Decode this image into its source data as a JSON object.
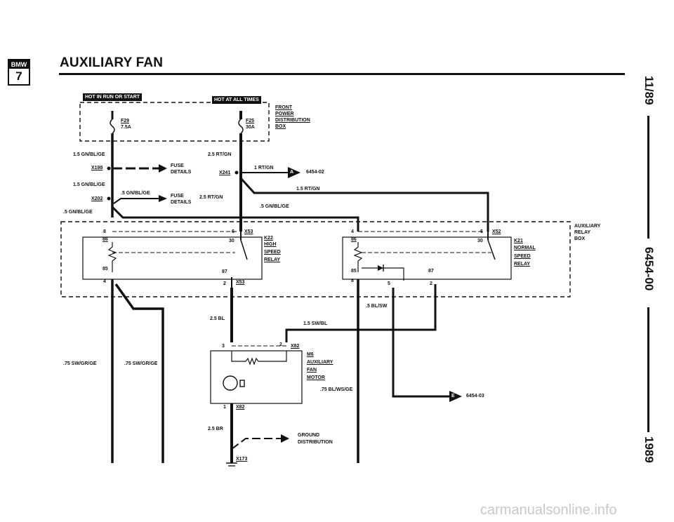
{
  "header": {
    "logo_top": "BMW",
    "logo_num": "7",
    "title": "AUXILIARY FAN"
  },
  "side": {
    "date": "11/89",
    "code": "6454-00",
    "year": "1989"
  },
  "banners": {
    "run": "HOT IN RUN OR START",
    "always": "HOT AT ALL TIMES"
  },
  "boxes": {
    "fpdb": [
      "FRONT",
      "POWER",
      "DISTRIBUTION",
      "BOX"
    ],
    "relay_box": [
      "AUXILIARY",
      "RELAY",
      "BOX"
    ]
  },
  "fuses": {
    "f29": [
      "F29",
      "7.5A"
    ],
    "f25": [
      "F25",
      "30A"
    ]
  },
  "wires": {
    "w1": "1.5 GN/BL/GE",
    "w2": "1.5 GN/BL/GE",
    "w3": ".5 GN/BL/GE",
    "w4": ".5 GN/BL/GE",
    "w5": "2.5 RT/GN",
    "w6": "2.5 RT/GN",
    "w7": "1 RT/GN",
    "w8": "1.5 RT/GN",
    "w9": ".5 GN/BL/GE",
    "w10": ".5 BL/SW",
    "w11": "2.5 BL",
    "w12": "1.5 SW/BL",
    "w13": ".75 SW/GR/GE",
    "w14": ".75 SW/GR/GE",
    "w15": ".75 BL/WS/GE",
    "w16": "2.5 BR"
  },
  "connectors": {
    "x198": "X198",
    "x202": "X202",
    "x241": "X241",
    "x53a": "X53",
    "x53b": "X53",
    "x52": "X52",
    "x82a": "X82",
    "x82b": "X82",
    "x173": "X173"
  },
  "fuse_details": {
    "a": [
      "FUSE",
      "DETAILS"
    ],
    "b": [
      "FUSE",
      "DETAILS"
    ]
  },
  "refs": {
    "a_letter": "A",
    "a_page": "6454-02",
    "e_letter": "E",
    "e_page": "6454-03"
  },
  "components": {
    "k22": [
      "K22",
      "HIGH",
      "SPEED",
      "RELAY"
    ],
    "k21": [
      "K21",
      "NORMAL",
      "SPEED",
      "RELAY"
    ],
    "m6": [
      "M6",
      "AUXILIARY",
      "FAN",
      "MOTOR"
    ],
    "ground": [
      "GROUND",
      "DISTRIBUTION"
    ]
  },
  "pins": {
    "k22": {
      "p8": "8",
      "p86": "86",
      "p85": "85",
      "p4": "4",
      "p6": "6",
      "p30": "30",
      "p87": "87",
      "p2": "2"
    },
    "k21": {
      "p4": "4",
      "p86": "86",
      "p85": "85",
      "p8": "8",
      "p6": "6",
      "p30": "30",
      "p87": "87",
      "p5": "5",
      "p2": "2"
    },
    "m6": {
      "p3": "3",
      "p2": "2",
      "p1": "1"
    }
  },
  "watermark": "carmanualsonline.info"
}
